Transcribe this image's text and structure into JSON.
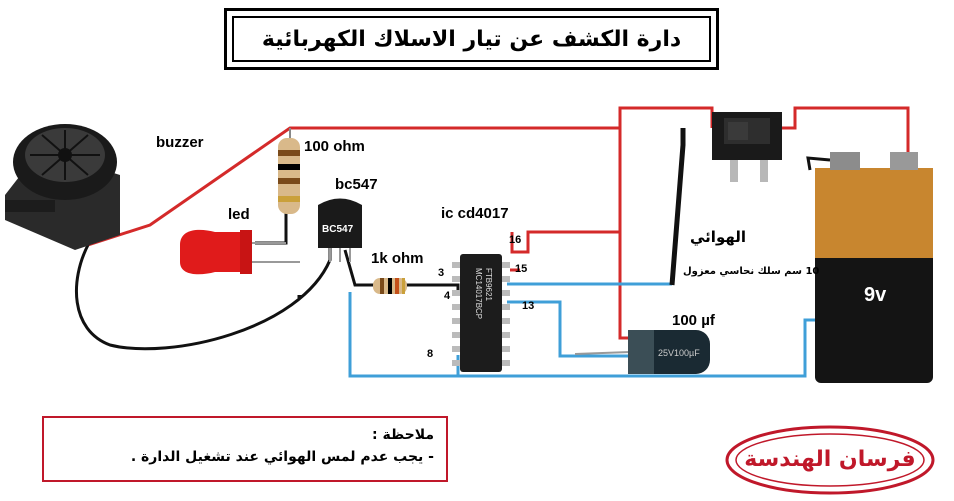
{
  "title": "دارة الكشف عن تيار الاسلاك الكهربائية",
  "components": {
    "buzzer": "buzzer",
    "resistor_100": "100 ohm",
    "transistor": "bc547",
    "transistor_marking": "BC547",
    "led": "led",
    "resistor_1k": "1k ohm",
    "ic": "ic cd4017",
    "ic_marking_1": "MC14017BCP",
    "ic_marking_2": "FTB9621",
    "antenna_label": "الهوائي",
    "antenna_desc": "10 سم سلك نحاسي معزول",
    "capacitor": "100 µf",
    "capacitor_marking": "25V100µF",
    "battery": "9v"
  },
  "pins": {
    "p3": "3",
    "p4": "4",
    "p8": "8",
    "p13": "13",
    "p15": "15",
    "p16": "16"
  },
  "note": {
    "heading": "ملاحظة :",
    "text": "- يجب عدم لمس الهوائي عند تشغيل الدارة ."
  },
  "stamp": "فرسان الهندسة",
  "colors": {
    "red_wire": "#d42a2a",
    "blue_wire": "#3f9fd8",
    "black_wire": "#111111",
    "stamp": "#c0182a"
  }
}
